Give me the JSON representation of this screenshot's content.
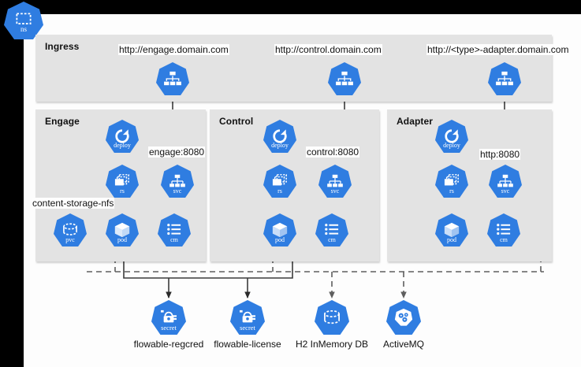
{
  "diagram": {
    "title": "Kubernetes Deployment Architecture",
    "namespace_badge": {
      "label": "ns",
      "icon": "namespace-icon"
    },
    "colors": {
      "k8s_blue": "#2f7de1",
      "panel_bg": "#e3e3e3",
      "canvas_bg": "#fdfdfd",
      "frame": "#000000",
      "solid_line": "#3b3b3b",
      "dashed_line": "#6e6e6e"
    }
  },
  "ingress": {
    "title": "Ingress",
    "routes": [
      {
        "url": "http://engage.domain.com",
        "icon": "ingress-icon"
      },
      {
        "url": "http://control.domain.com",
        "icon": "ingress-icon"
      },
      {
        "url": "http://<type>-adapter.domain.com",
        "icon": "ingress-icon"
      }
    ]
  },
  "panels": [
    {
      "title": "Engage",
      "service_port": "engage:8080",
      "volume_label": "content-storage-nfs",
      "nodes": [
        {
          "label": "deploy",
          "icon": "deployment-icon"
        },
        {
          "label": "rs",
          "icon": "replicaset-icon"
        },
        {
          "label": "svc",
          "icon": "service-icon"
        },
        {
          "label": "pvc",
          "icon": "persistent-volume-claim-icon"
        },
        {
          "label": "pod",
          "icon": "pod-icon"
        },
        {
          "label": "cm",
          "icon": "configmap-icon"
        }
      ]
    },
    {
      "title": "Control",
      "service_port": "control:8080",
      "volume_label": "",
      "nodes": [
        {
          "label": "deploy",
          "icon": "deployment-icon"
        },
        {
          "label": "rs",
          "icon": "replicaset-icon"
        },
        {
          "label": "svc",
          "icon": "service-icon"
        },
        {
          "label": "pod",
          "icon": "pod-icon"
        },
        {
          "label": "cm",
          "icon": "configmap-icon"
        }
      ]
    },
    {
      "title": "Adapter",
      "service_port": "http:8080",
      "volume_label": "",
      "nodes": [
        {
          "label": "deploy",
          "icon": "deployment-icon"
        },
        {
          "label": "rs",
          "icon": "replicaset-icon"
        },
        {
          "label": "svc",
          "icon": "service-icon"
        },
        {
          "label": "pod",
          "icon": "pod-icon"
        },
        {
          "label": "cm",
          "icon": "configmap-icon"
        }
      ]
    }
  ],
  "shared_resources": [
    {
      "caption": "flowable-regcred",
      "node_label": "secret",
      "icon": "secret-icon"
    },
    {
      "caption": "flowable-license",
      "node_label": "secret",
      "icon": "secret-icon"
    },
    {
      "caption": "H2 InMemory DB",
      "node_label": "",
      "icon": "database-icon"
    },
    {
      "caption": "ActiveMQ",
      "node_label": "",
      "icon": "message-queue-icon"
    }
  ]
}
